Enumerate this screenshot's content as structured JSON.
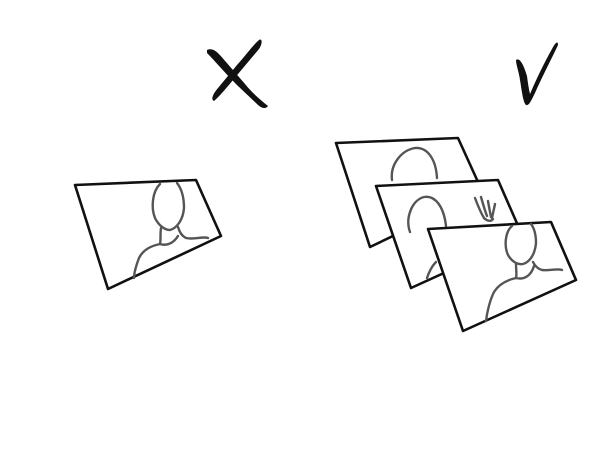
{
  "colors": {
    "background": "#ffffff",
    "frame_stroke": "#111111",
    "sketch_stroke": "#555555",
    "mark_fill": "#111111"
  },
  "panels": [
    {
      "id": "single",
      "verdict": "wrong",
      "mark_icon": "cross-icon",
      "frames": 1
    },
    {
      "id": "sequence",
      "verdict": "correct",
      "mark_icon": "checkmark-icon",
      "frames": 3
    }
  ]
}
